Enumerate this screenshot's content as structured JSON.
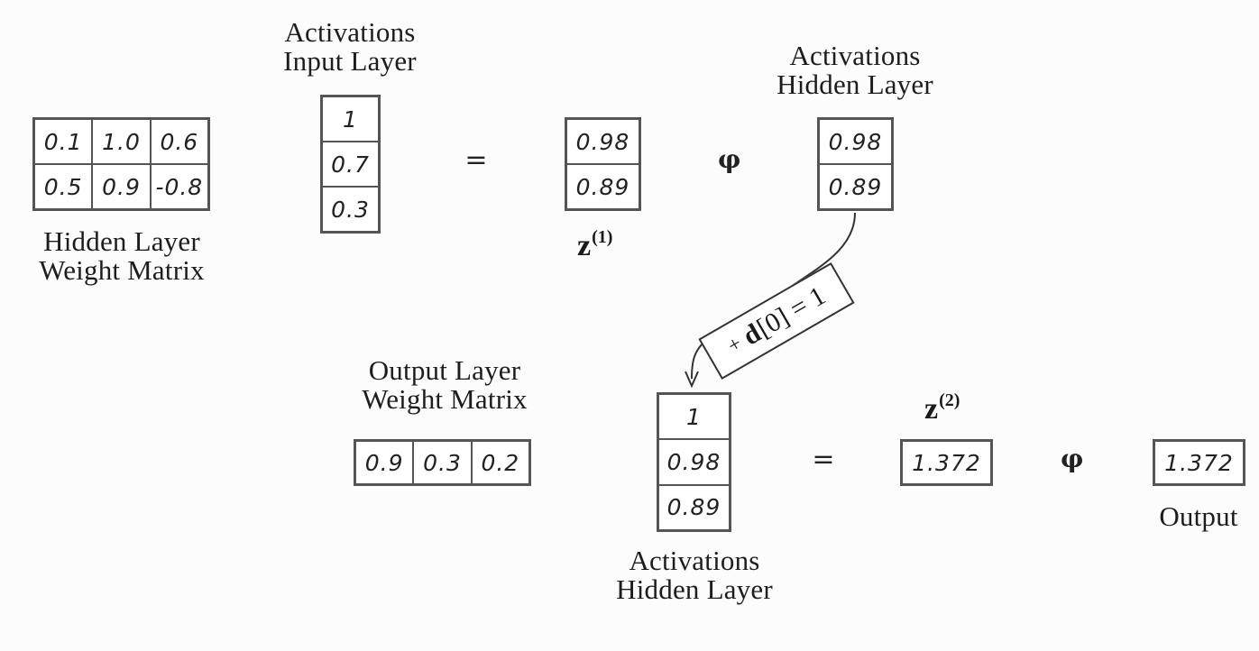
{
  "hidden_weight_matrix": {
    "rows": [
      [
        "0.1",
        "1.0",
        "0.6"
      ],
      [
        "0.5",
        "0.9",
        "-0.8"
      ]
    ],
    "label_line1": "Hidden Layer",
    "label_line2": "Weight Matrix"
  },
  "input_activations": {
    "values": [
      "1",
      "0.7",
      "0.3"
    ],
    "label_line1": "Activations",
    "label_line2": "Input Layer"
  },
  "equals_sign": "=",
  "z1": {
    "values": [
      "0.98",
      "0.89"
    ],
    "symbol": "z",
    "superscript": "(1)"
  },
  "phi_symbol": "φ",
  "hidden_activations": {
    "values": [
      "0.98",
      "0.89"
    ],
    "label_line1": "Activations",
    "label_line2": "Hidden Layer"
  },
  "bias_step": {
    "prefix": "+",
    "vector": "d",
    "rest": "[0] = 1"
  },
  "output_weight_matrix": {
    "values": [
      "0.9",
      "0.3",
      "0.2"
    ],
    "label_line1": "Output Layer",
    "label_line2": "Weight Matrix"
  },
  "hidden_activations_bias": {
    "values": [
      "1",
      "0.98",
      "0.89"
    ],
    "label_line1": "Activations",
    "label_line2": "Hidden Layer"
  },
  "z2": {
    "values": [
      "1.372"
    ],
    "symbol": "z",
    "superscript": "(2)"
  },
  "output": {
    "values": [
      "1.372"
    ],
    "label": "Output"
  }
}
